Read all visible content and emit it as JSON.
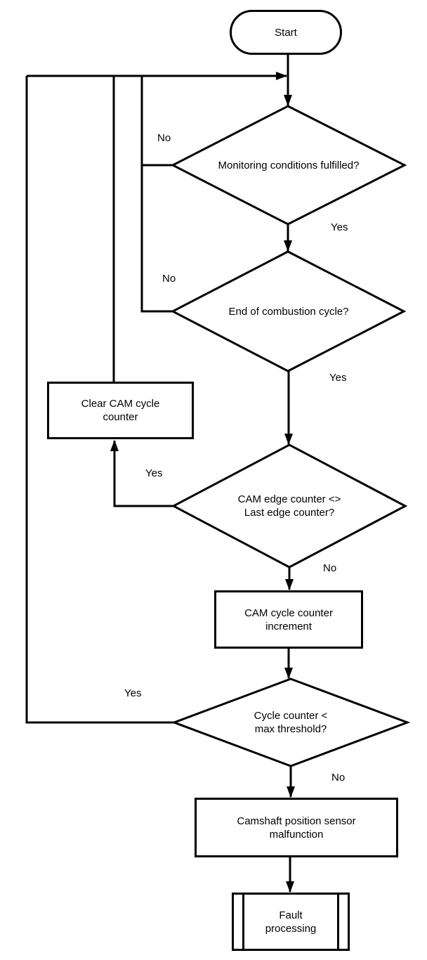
{
  "diagram_type": "flowchart",
  "colors": {
    "line": "#000000",
    "background": "#ffffff",
    "text": "#000000"
  },
  "nodes": {
    "start": {
      "shape": "terminator",
      "label": "Start"
    },
    "monitoring": {
      "shape": "decision",
      "label": "Monitoring conditions fulfilled?"
    },
    "combustion": {
      "shape": "decision",
      "label": "End of combustion cycle?"
    },
    "clear_counter": {
      "shape": "process",
      "label": "Clear CAM cycle\ncounter"
    },
    "edge_counter": {
      "shape": "decision",
      "label": "CAM edge counter <>\nLast edge counter?"
    },
    "increment": {
      "shape": "process",
      "label": "CAM cycle counter\nincrement"
    },
    "threshold": {
      "shape": "decision",
      "label": "Cycle counter <\nmax threshold?"
    },
    "malfunction": {
      "shape": "process",
      "label": "Camshaft position sensor\nmalfunction"
    },
    "fault": {
      "shape": "predefined-process",
      "label": "Fault\nprocessing"
    }
  },
  "edge_labels": {
    "monitoring_no": "No",
    "monitoring_yes": "Yes",
    "combustion_no": "No",
    "combustion_yes": "Yes",
    "edge_counter_yes": "Yes",
    "edge_counter_no": "No",
    "threshold_yes": "Yes",
    "threshold_no": "No"
  },
  "edges": [
    {
      "from": "start",
      "to": "monitoring",
      "label": ""
    },
    {
      "from": "monitoring",
      "to": "feedback-collector",
      "label": "No"
    },
    {
      "from": "monitoring",
      "to": "combustion",
      "label": "Yes"
    },
    {
      "from": "combustion",
      "to": "feedback-collector",
      "label": "No"
    },
    {
      "from": "combustion",
      "to": "edge_counter",
      "label": "Yes"
    },
    {
      "from": "edge_counter",
      "to": "clear_counter",
      "label": "Yes"
    },
    {
      "from": "edge_counter",
      "to": "increment",
      "label": "No"
    },
    {
      "from": "clear_counter",
      "to": "feedback-collector",
      "label": ""
    },
    {
      "from": "increment",
      "to": "threshold",
      "label": ""
    },
    {
      "from": "threshold",
      "to": "feedback-collector",
      "label": "Yes"
    },
    {
      "from": "threshold",
      "to": "malfunction",
      "label": "No"
    },
    {
      "from": "malfunction",
      "to": "fault",
      "label": ""
    }
  ]
}
